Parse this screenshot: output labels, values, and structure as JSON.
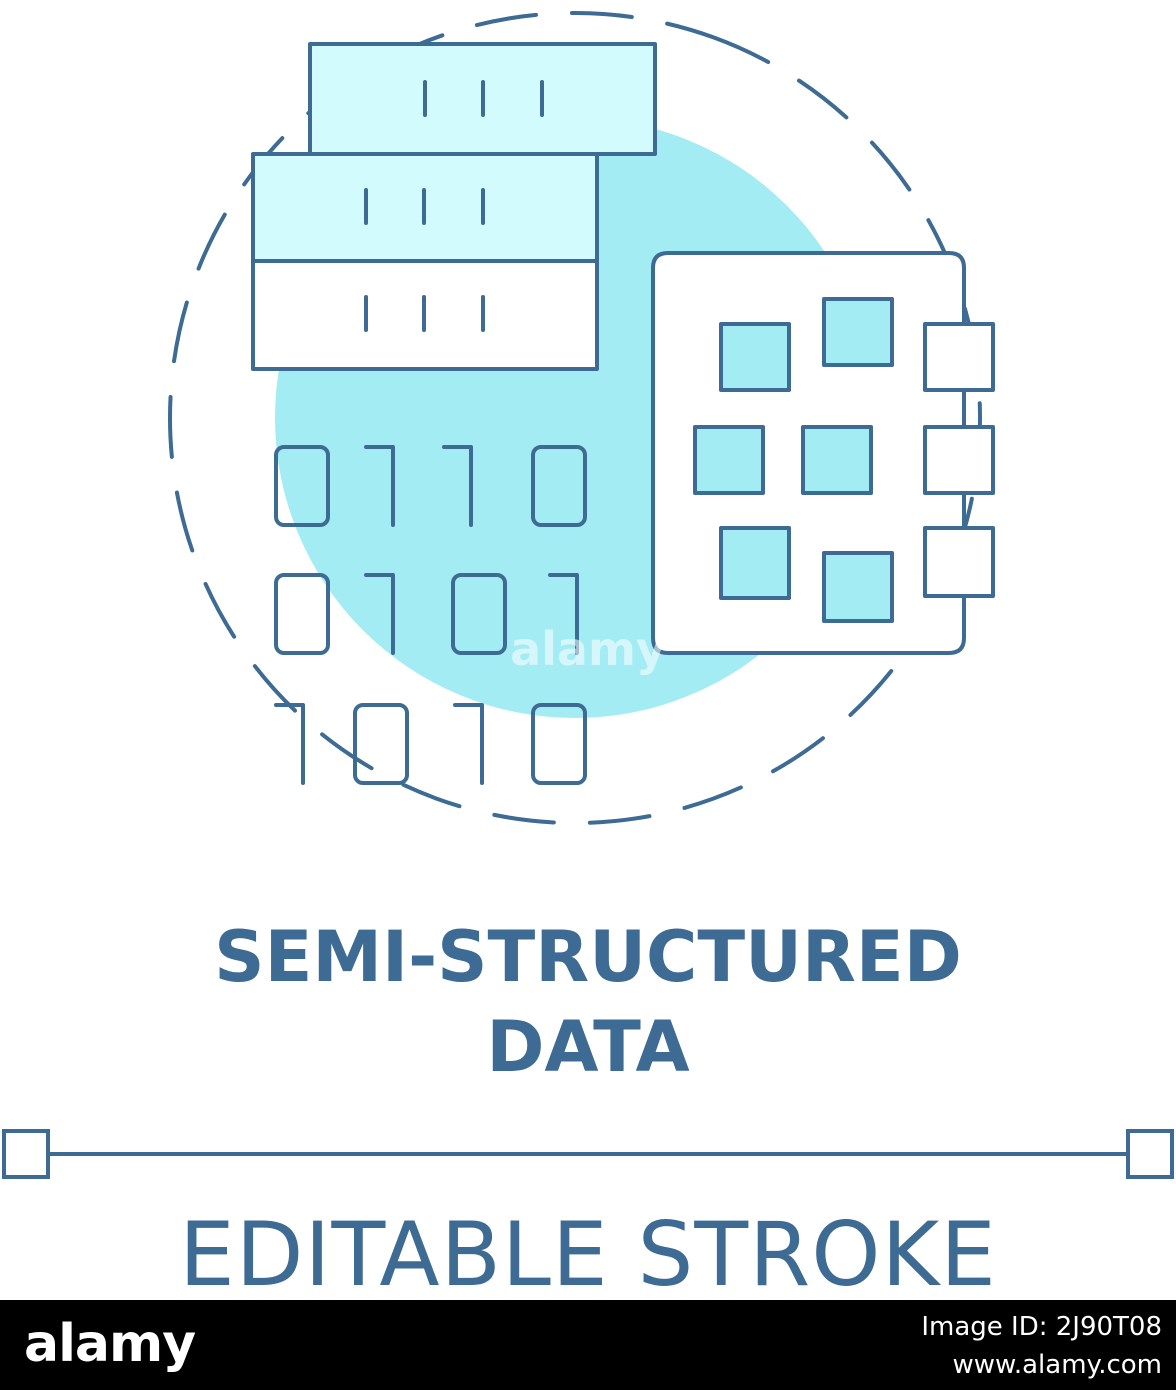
{
  "title": {
    "line1": "SEMI-STRUCTURED",
    "line2": "DATA"
  },
  "stroke_label": "EDITABLE STROKE",
  "digits": {
    "row1": [
      "0",
      "1",
      "1",
      "0"
    ],
    "row2": [
      "0",
      "1",
      "0",
      "1"
    ],
    "row3": [
      "1",
      "0",
      "1",
      "0"
    ]
  },
  "watermark": "alamy",
  "banner": {
    "logo": "alamy",
    "image_id": "Image ID: 2J90T08",
    "url": "www.alamy.com"
  },
  "colors": {
    "stroke": "#3d6b94",
    "fill_light": "#d2fbfd",
    "circle": "#a3ecf3",
    "banner_bg": "#000000"
  },
  "icons": [
    "server-stack-icon",
    "binary-digits-icon",
    "grid-cells-icon",
    "dashed-circle",
    "editable-stroke-line-icon"
  ]
}
